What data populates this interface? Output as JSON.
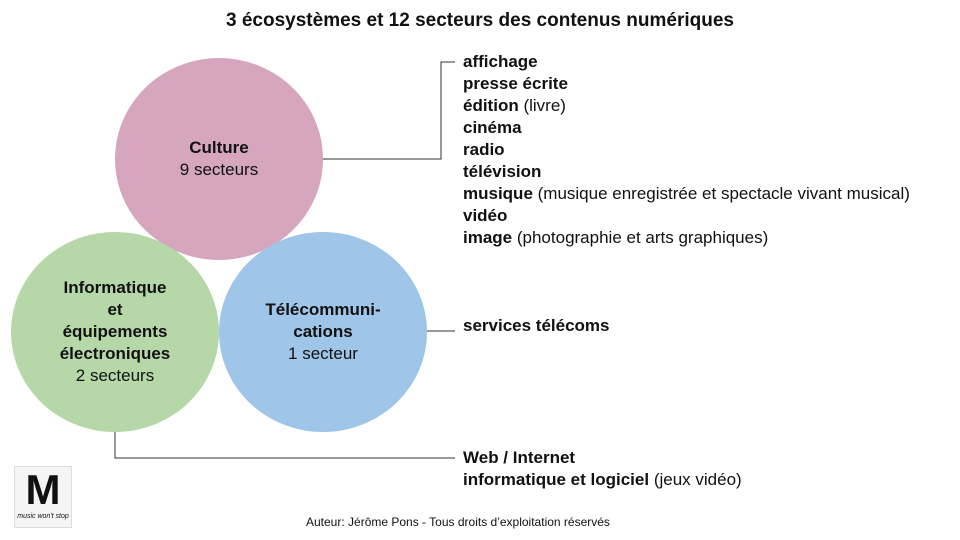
{
  "title": "3 écosystèmes et 12 secteurs des contenus numériques",
  "circles": {
    "culture": {
      "name": "Culture",
      "count": "9 secteurs",
      "color": "#d5a6bd"
    },
    "info": {
      "name_lines": [
        "Informatique",
        "et",
        "équipements",
        "électroniques"
      ],
      "count": "2 secteurs",
      "color": "#b6d7a8"
    },
    "tele": {
      "name_lines": [
        "Télécommuni-",
        "cations"
      ],
      "count": "1 secteur",
      "color": "#9fc5e8"
    }
  },
  "culture_sectors": [
    {
      "bold": "affichage",
      "rest": ""
    },
    {
      "bold": "presse écrite",
      "rest": ""
    },
    {
      "bold": "édition",
      "rest": " (livre)"
    },
    {
      "bold": "cinéma",
      "rest": ""
    },
    {
      "bold": "radio",
      "rest": ""
    },
    {
      "bold": "télévision",
      "rest": ""
    },
    {
      "bold": "musique",
      "rest": " (musique enregistrée et spectacle vivant musical)"
    },
    {
      "bold": "vidéo",
      "rest": ""
    },
    {
      "bold": "image",
      "rest": " (photographie et arts graphiques)"
    }
  ],
  "tele_sectors": [
    {
      "bold": "services télécoms",
      "rest": ""
    }
  ],
  "info_sectors": [
    {
      "bold": "Web / Internet",
      "rest": ""
    },
    {
      "bold": "informatique et logiciel",
      "rest": " (jeux vidéo)"
    }
  ],
  "logo": {
    "letter": "M",
    "tagline": "music won't stop"
  },
  "footer": "Auteur: Jérôme Pons - Tous droits d’exploitation réservés"
}
